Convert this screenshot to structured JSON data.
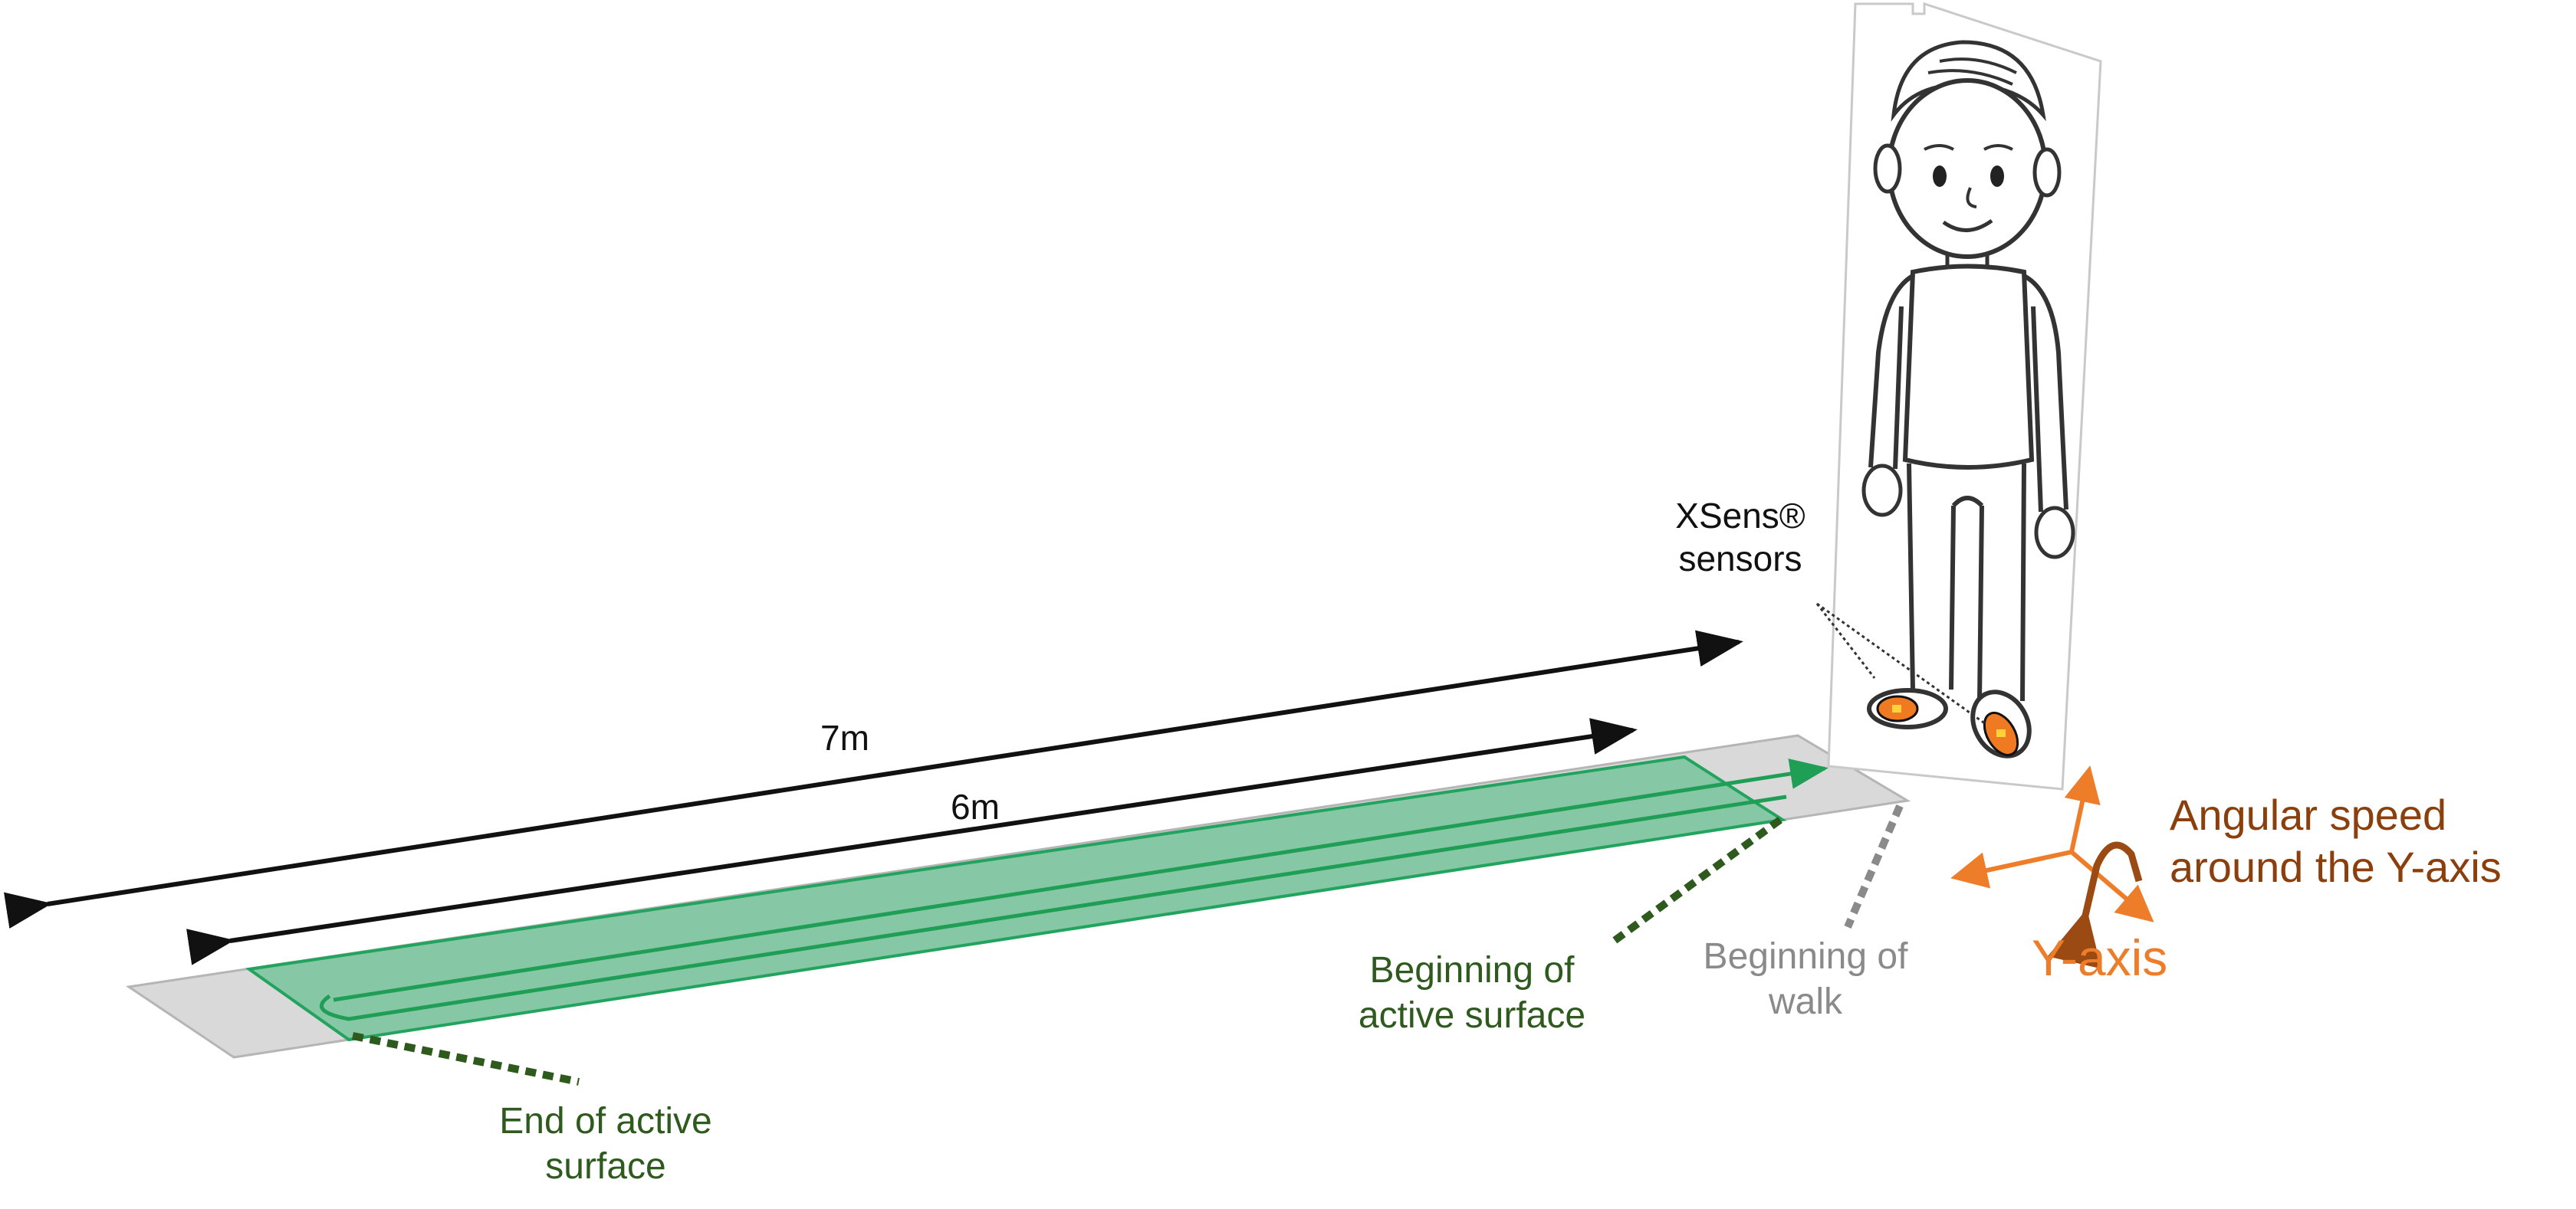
{
  "labels": {
    "dist_7m": "7m",
    "dist_6m": "6m",
    "sensors": {
      "line1": "XSens®",
      "line2": "sensors"
    },
    "end_active": {
      "line1": "End of active",
      "line2": "surface"
    },
    "begin_active": {
      "line1": "Beginning of",
      "line2": "active surface"
    },
    "begin_walk": {
      "line1": "Beginning of",
      "line2": "walk"
    },
    "angular_speed": {
      "line1": "Angular speed",
      "line2": "around the Y-axis"
    },
    "y_axis": "Y-axis"
  },
  "icons": {
    "person": "standing-person-figure",
    "sensor": "foot-sensor-icon",
    "axes": "xyz-axes-icon",
    "rotation": "rotation-arrow-icon"
  },
  "colors": {
    "walkway_gray": "#d9d9d9",
    "active_surface": "#7cc49f",
    "active_surface_border": "#22a45f",
    "green_label": "#2f5a1e",
    "gray_label": "#8a8a8a",
    "orange_axis": "#ee7d2a",
    "brown_label": "#8a3f0c",
    "sensor_orange": "#f07a22"
  }
}
